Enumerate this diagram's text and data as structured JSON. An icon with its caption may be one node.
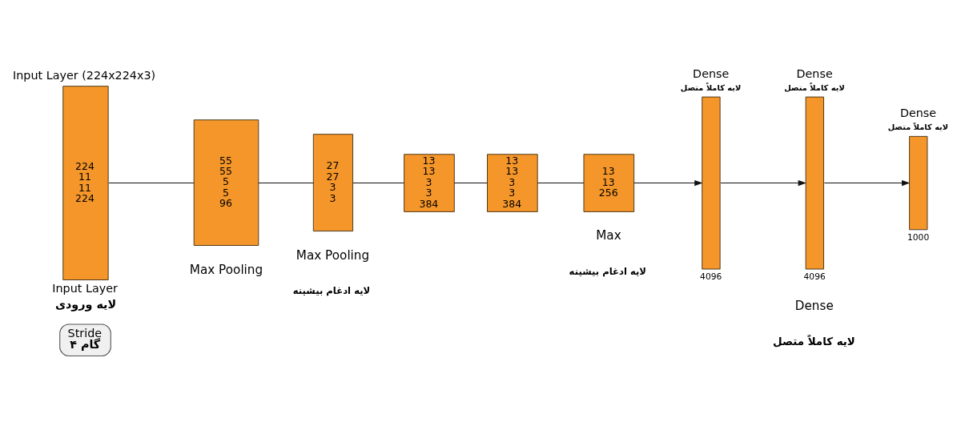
{
  "diagram": {
    "nodes": [
      {
        "text": [
          "Input Layer (224x224x3)",
          "224",
          "11",
          "11",
          "224"
        ],
        "beside": [
          "Input Layer",
          "لایه ورودی"
        ]
      },
      {
        "text": [
          "Stride",
          "گام ۴"
        ]
      },
      {
        "text": [
          "55",
          "55",
          "5",
          "5",
          "96"
        ]
      },
      {
        "text": [
          "27",
          "27",
          "3",
          "3"
        ]
      },
      {
        "text": [
          "13",
          "13",
          "3",
          "3",
          "384"
        ]
      },
      {
        "text": [
          "13",
          "13",
          "3",
          "3",
          "384"
        ]
      },
      {
        "text": [
          "13",
          "13",
          "256"
        ]
      },
      {
        "text": [
          "Dense",
          "لایه کاملاً متصل"
        ],
        "beside": [
          "4096"
        ]
      },
      {
        "text": [
          "Dense",
          "لایه کاملاً متصل"
        ],
        "beside": [
          "4096"
        ]
      },
      {
        "text": [
          "Dense",
          "لایه کاملاً متصل"
        ],
        "beside": [
          "1000"
        ]
      }
    ],
    "edges": [
      {
        "from": 0,
        "to": 2,
        "arrow": "none"
      },
      {
        "from": 2,
        "to": 3,
        "arrow": "none"
      },
      {
        "from": 3,
        "to": 4,
        "arrow": "none"
      },
      {
        "from": 4,
        "to": 5,
        "arrow": "none"
      },
      {
        "from": 5,
        "to": 6,
        "arrow": "none"
      },
      {
        "from": 6,
        "to": 7,
        "arrow": "to"
      },
      {
        "from": 7,
        "to": 8,
        "arrow": "to"
      },
      {
        "from": 8,
        "to": 9,
        "arrow": "to"
      }
    ],
    "labels": [
      "Max Pooling",
      "Max Pooling",
      "لایه ادغام بیشینه",
      "Max",
      "لایه ادغام بیشینه",
      "Dense",
      "لایه کاملاً متصل"
    ]
  }
}
